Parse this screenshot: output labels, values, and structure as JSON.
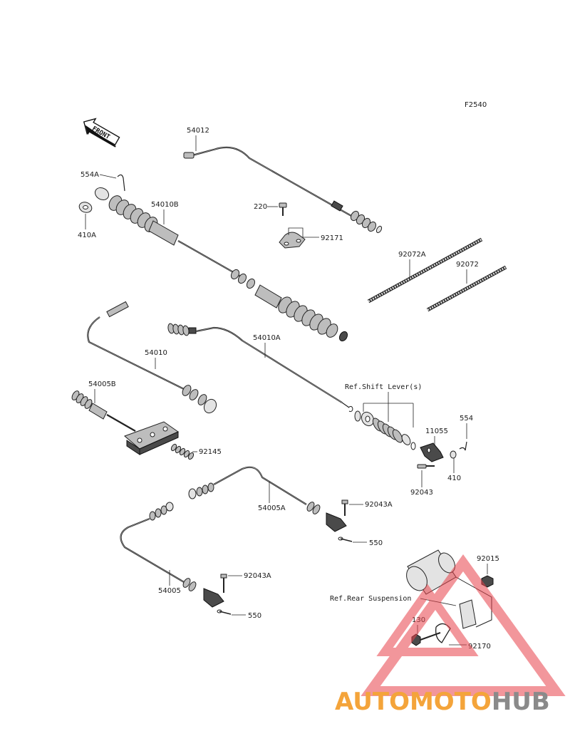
{
  "figure_code": "F2540",
  "front_label": "FRONT",
  "callouts": {
    "p54012": "54012",
    "p554A": "554A",
    "p410A": "410A",
    "p54010B": "54010B",
    "p220": "220",
    "p92171": "92171",
    "p92072A": "92072A",
    "p92072": "92072",
    "p54010": "54010",
    "p54010A": "54010A",
    "p54005B": "54005B",
    "p92145": "92145",
    "ref_shift": "Ref.Shift Lever(s)",
    "p554": "554",
    "p11055": "11055",
    "p410": "410",
    "p92043": "92043",
    "p92043A_1": "92043A",
    "p54005A": "54005A",
    "p550_1": "550",
    "p92043A_2": "92043A",
    "p54005": "54005",
    "p550_2": "550",
    "p92015": "92015",
    "ref_rear": "Ref.Rear Suspension",
    "p130": "130",
    "p92170": "92170"
  },
  "watermark": {
    "part1": "AUTOMOTO",
    "part2": "HUB",
    "color_orange": "#f4a43a",
    "color_gray": "#8a8a8a",
    "triangle_color": "#e8424a"
  }
}
